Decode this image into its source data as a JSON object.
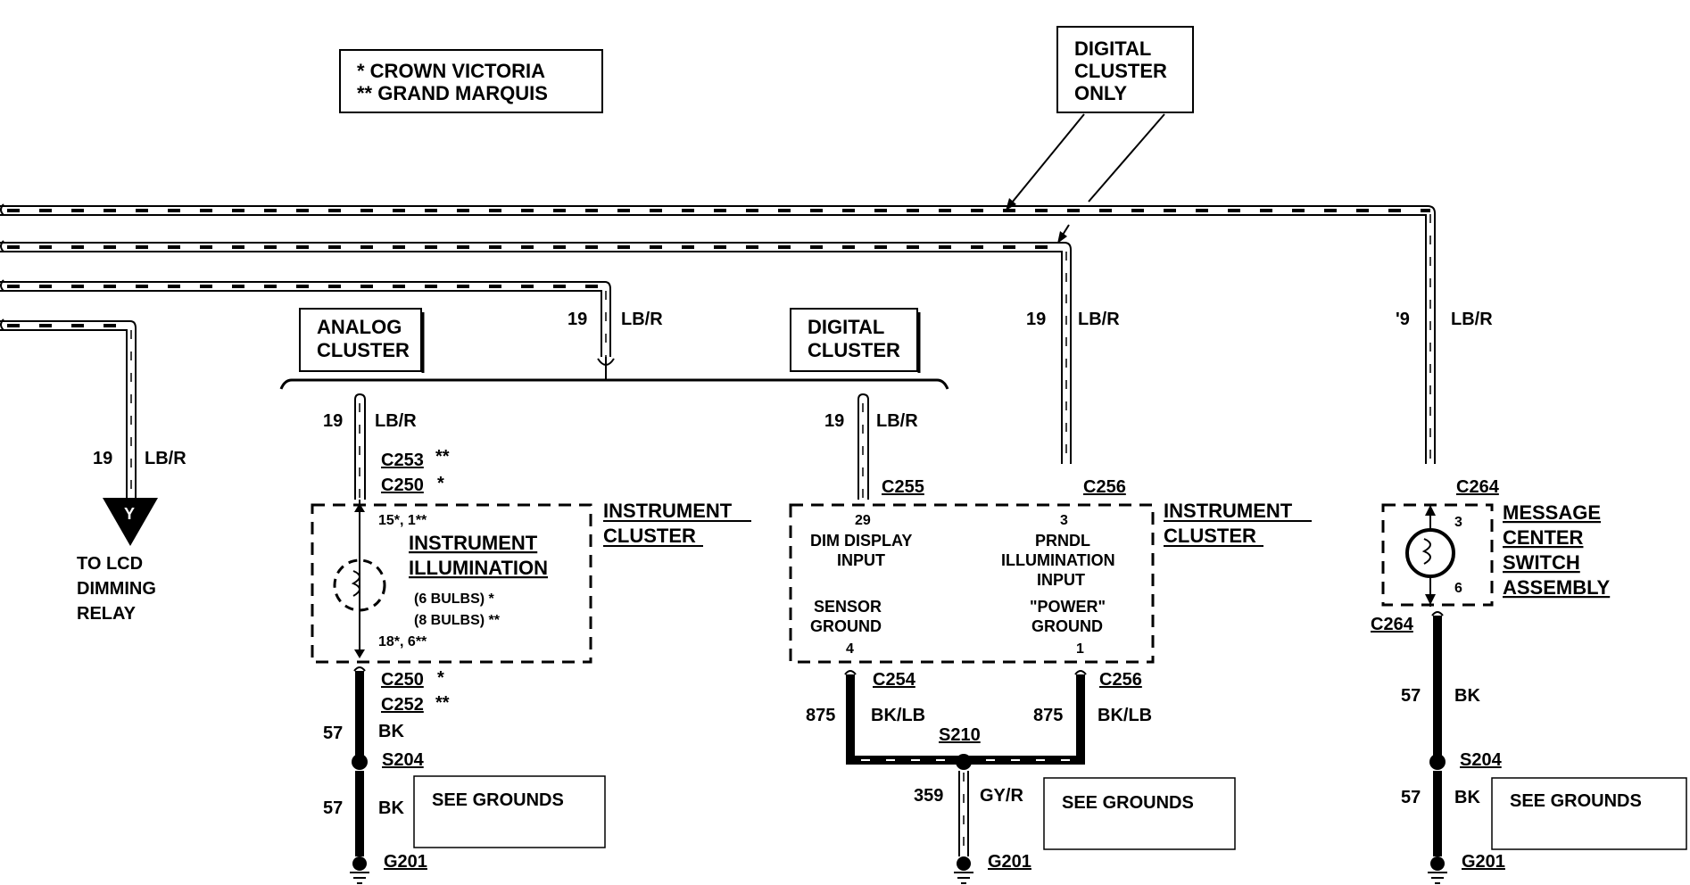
{
  "legend": {
    "line1": "*   CROWN VICTORIA",
    "line2": "**  GRAND MARQUIS"
  },
  "digital_only_box": {
    "line1": "DIGITAL",
    "line2": "CLUSTER",
    "line3": "ONLY"
  },
  "cluster_labels": {
    "analog_line1": "ANALOG",
    "analog_line2": "CLUSTER",
    "digital_line1": "DIGITAL",
    "digital_line2": "CLUSTER"
  },
  "wires": {
    "lbr_circuit": "19",
    "lbr_color": "LB/R",
    "msg_circuit": "'9",
    "bk_circuit": "57",
    "bk_color": "BK",
    "msg_bk_circuit": "57",
    "bklb_circuit": "875",
    "bklb_color": "BK/LB",
    "gyr_circuit": "359",
    "gyr_color": "GY/R"
  },
  "lcd_relay": {
    "pin": "Y",
    "line1": "TO LCD",
    "line2": "DIMMING",
    "line3": "RELAY"
  },
  "connectors": {
    "c253": "C253",
    "c250": "C250",
    "c252": "C252",
    "c255": "C255",
    "c256": "C256",
    "c254": "C254",
    "c264": "C264",
    "s204": "S204",
    "s210": "S210",
    "g201": "G201",
    "star1": "**",
    "star2": "*",
    "star3": "*",
    "star4": "**"
  },
  "analog_cluster_box": {
    "title_line1": "INSTRUMENT",
    "title_line2": "CLUSTER",
    "pin_top": "15*, 1**",
    "pin_bottom": "18*, 6**",
    "illum_line1": "INSTRUMENT",
    "illum_line2": "ILLUMINATION",
    "bulbs1": "(6 BULBS) *",
    "bulbs2": "(8 BULBS) **"
  },
  "digital_cluster_box": {
    "title_line1": "INSTRUMENT",
    "title_line2": "CLUSTER",
    "pin29": "29",
    "dim_line1": "DIM DISPLAY",
    "dim_line2": "INPUT",
    "pin3": "3",
    "prndl_line1": "PRNDL",
    "prndl_line2": "ILLUMINATION",
    "prndl_line3": "INPUT",
    "sensor_line1": "SENSOR",
    "sensor_line2": "GROUND",
    "pin4": "4",
    "power_line1": "\"POWER\"",
    "power_line2": "GROUND",
    "pin1": "1"
  },
  "message_center": {
    "line1": "MESSAGE",
    "line2": "CENTER",
    "line3": "SWITCH",
    "line4": "ASSEMBLY",
    "pin3": "3",
    "pin6": "6"
  },
  "see_grounds": "SEE GROUNDS"
}
